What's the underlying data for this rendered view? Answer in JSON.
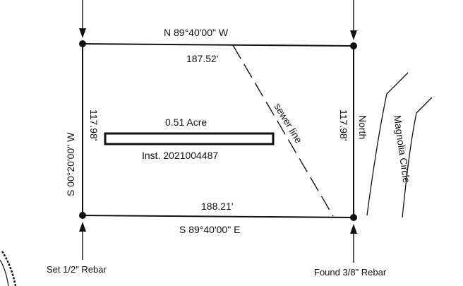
{
  "plat": {
    "bearings": {
      "north": "N  89°40'00\"  W",
      "south": "S  89°40'00\"  E",
      "west": "S  00°20'00\"  W",
      "east": "North"
    },
    "distances": {
      "north": "187.52'",
      "south": "188.21'",
      "west": "117.98'",
      "east": "117.98'"
    },
    "area": "0.51  Acre",
    "instrument": "Inst.  2021004487",
    "sewer_label": "sewer  line",
    "street_label": "Magnolia  Circle",
    "corners": {
      "southwest": "Set 1/2\" Rebar",
      "southeast": "Found 3/8\" Rebar"
    },
    "colors": {
      "line": "#111111",
      "background": "#ffffff"
    }
  }
}
